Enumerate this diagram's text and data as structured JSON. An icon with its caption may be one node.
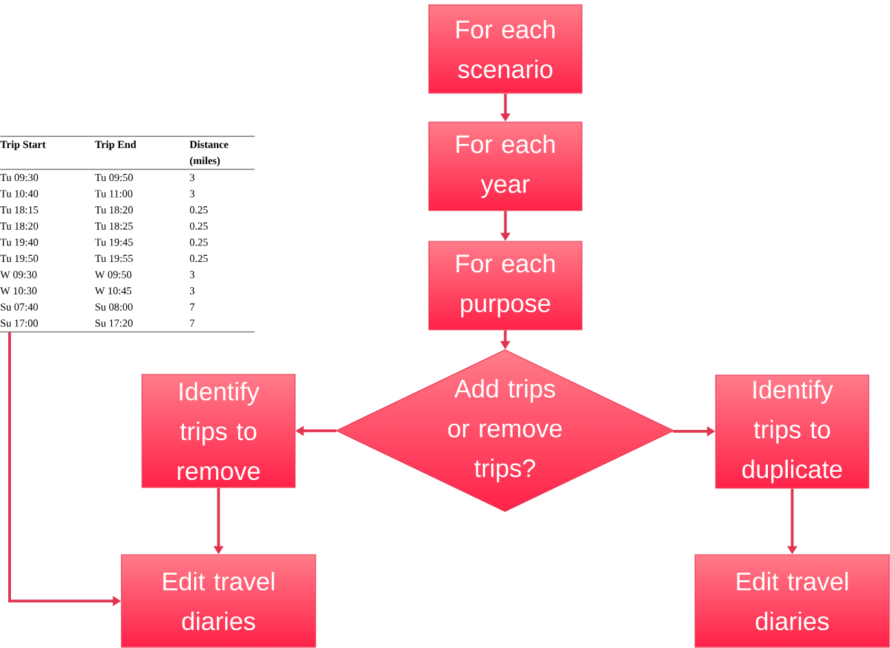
{
  "diagram": {
    "nodes": [
      {
        "text": [
          "Trip Start",
          "Trip End",
          "Distance (miles)",
          "Tu 09:30",
          "Tu 09:50",
          "3",
          "Tu 10:40",
          "Tu 11:00",
          "3",
          "Tu 18:15",
          "Tu 18:20",
          "0.25",
          "Tu 18:20",
          "Tu 18:25",
          "0.25",
          "Tu 19:40",
          "Tu 19:45",
          "0.25",
          "Tu 19:50",
          "Tu 19:55",
          "0.25",
          "W 09:30",
          "W 09:50",
          "3",
          "W 10:30",
          "W 10:45",
          "3",
          "Su 07:40",
          "Su 08:00",
          "7",
          "Su 17:00",
          "Su 17:20",
          "7"
        ]
      },
      {
        "text": [
          "For each scenario"
        ]
      },
      {
        "text": [
          "For each year"
        ]
      },
      {
        "text": [
          "For each purpose"
        ]
      },
      {
        "text": [
          "Add trips or remove trips?"
        ]
      },
      {
        "text": [
          "Identify trips to remove"
        ]
      },
      {
        "text": [
          "Identify trips to duplicate"
        ]
      },
      {
        "text": [
          "Edit travel diaries"
        ]
      },
      {
        "text": [
          "Edit travel diaries"
        ]
      }
    ],
    "edges": [
      {
        "from": 1,
        "to": 2,
        "arrow": "to"
      },
      {
        "from": 2,
        "to": 3,
        "arrow": "to"
      },
      {
        "from": 3,
        "to": 4,
        "arrow": "to"
      },
      {
        "from": 4,
        "to": 5,
        "arrow": "to"
      },
      {
        "from": 4,
        "to": 6,
        "arrow": "to"
      },
      {
        "from": 5,
        "to": 7,
        "arrow": "to"
      },
      {
        "from": 6,
        "to": 8,
        "arrow": "to"
      },
      {
        "from": 0,
        "to": 7,
        "arrow": "to"
      }
    ]
  }
}
